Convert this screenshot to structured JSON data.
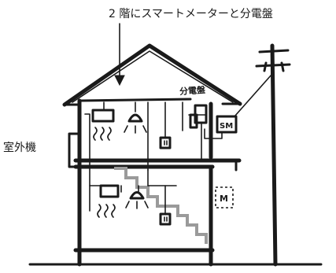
{
  "labels": {
    "annotation_top": "2 階にスマートメーターと分電盤",
    "outdoor_unit": "室外機",
    "smart_meter": "SM",
    "meter_upper": "M",
    "panel_handwritten": "分電盤"
  },
  "colors": {
    "ink": "#1a1a1a",
    "stairs": "#9a9a9a",
    "background": "#ffffff"
  }
}
